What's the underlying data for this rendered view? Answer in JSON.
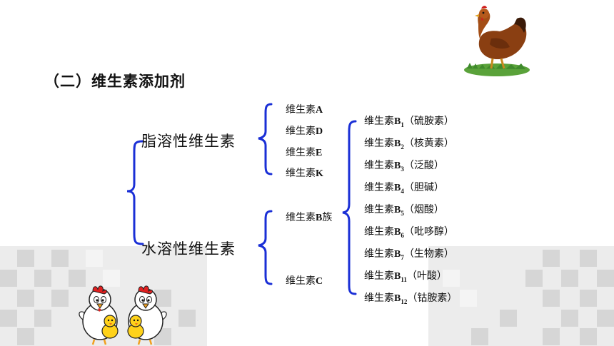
{
  "title": "（二）维生素添加剂",
  "categories": {
    "fat_soluble": "脂溶性维生素",
    "water_soluble": "水溶性维生素"
  },
  "fat_soluble_items": [
    {
      "prefix": "维生素",
      "letter": "A"
    },
    {
      "prefix": "维生素",
      "letter": "D"
    },
    {
      "prefix": "维生素",
      "letter": "E"
    },
    {
      "prefix": "维生素",
      "letter": "K"
    }
  ],
  "water_soluble_items": [
    {
      "prefix": "维生素",
      "letter": "B",
      "suffix": "族"
    },
    {
      "prefix": "维生素",
      "letter": "C",
      "suffix": ""
    }
  ],
  "b_group": [
    {
      "prefix": "维生素",
      "v": "B",
      "sub": "1",
      "name": "（硫胺素）"
    },
    {
      "prefix": "维生素",
      "v": "B",
      "sub": "2",
      "name": "（核黄素）"
    },
    {
      "prefix": "维生素",
      "v": "B",
      "sub": "3",
      "name": "（泛酸）"
    },
    {
      "prefix": "维生素",
      "v": "B",
      "sub": "4",
      "name": "（胆碱）"
    },
    {
      "prefix": "维生素",
      "v": "B",
      "sub": "5",
      "name": "（烟酸）"
    },
    {
      "prefix": "维生素",
      "v": "B",
      "sub": "6",
      "name": "（吡哆醇）"
    },
    {
      "prefix": "维生素",
      "v": "B",
      "sub": "7",
      "name": "（生物素）"
    },
    {
      "prefix": "维生素",
      "v": "B",
      "sub": "11",
      "name": "（叶酸）"
    },
    {
      "prefix": "维生素",
      "v": "B",
      "sub": "12",
      "name": "（钴胺素）"
    }
  ],
  "colors": {
    "brace": "#1a2fd6",
    "tile_dark": "#d4d4d4",
    "tile_light": "#ececec"
  },
  "images": [
    "hen-illustration",
    "cartoon-chickens-illustration"
  ]
}
